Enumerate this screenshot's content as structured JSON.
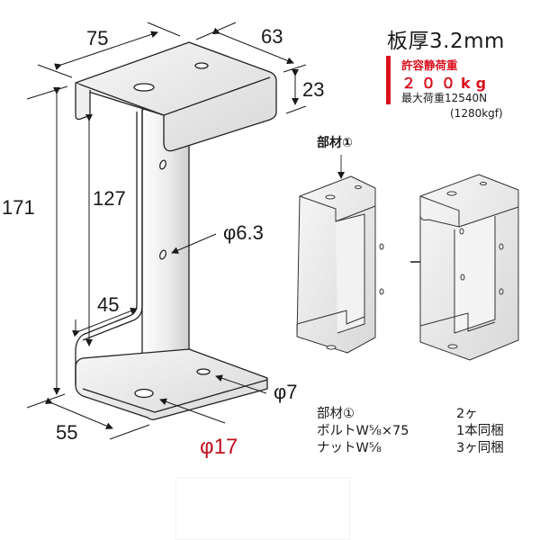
{
  "spec": {
    "thickness": "板厚3.2mm",
    "allowable_load_label": "許容静荷重",
    "allowable_load_value": "２００kg",
    "max_load": "最大荷重12540N",
    "max_load_kgf": "(1280kgf)",
    "accent_color": "#d9101e"
  },
  "dimensions": {
    "width_top": "75",
    "depth_top": "63",
    "flange_height": "23",
    "overall_height": "171",
    "inner_height": "127",
    "inner_gap": "45",
    "bottom_depth": "55",
    "side_hole": "φ6.3",
    "small_hole": "φ7",
    "large_hole": "φ17"
  },
  "assembly": {
    "part_label": "部材①"
  },
  "parts_list": [
    {
      "name": "部材①",
      "qty": "2ヶ"
    },
    {
      "name": "ボルトW⅝×75",
      "qty": "1本同梱"
    },
    {
      "name": "ナットW⅝",
      "qty": "3ヶ同梱"
    }
  ]
}
